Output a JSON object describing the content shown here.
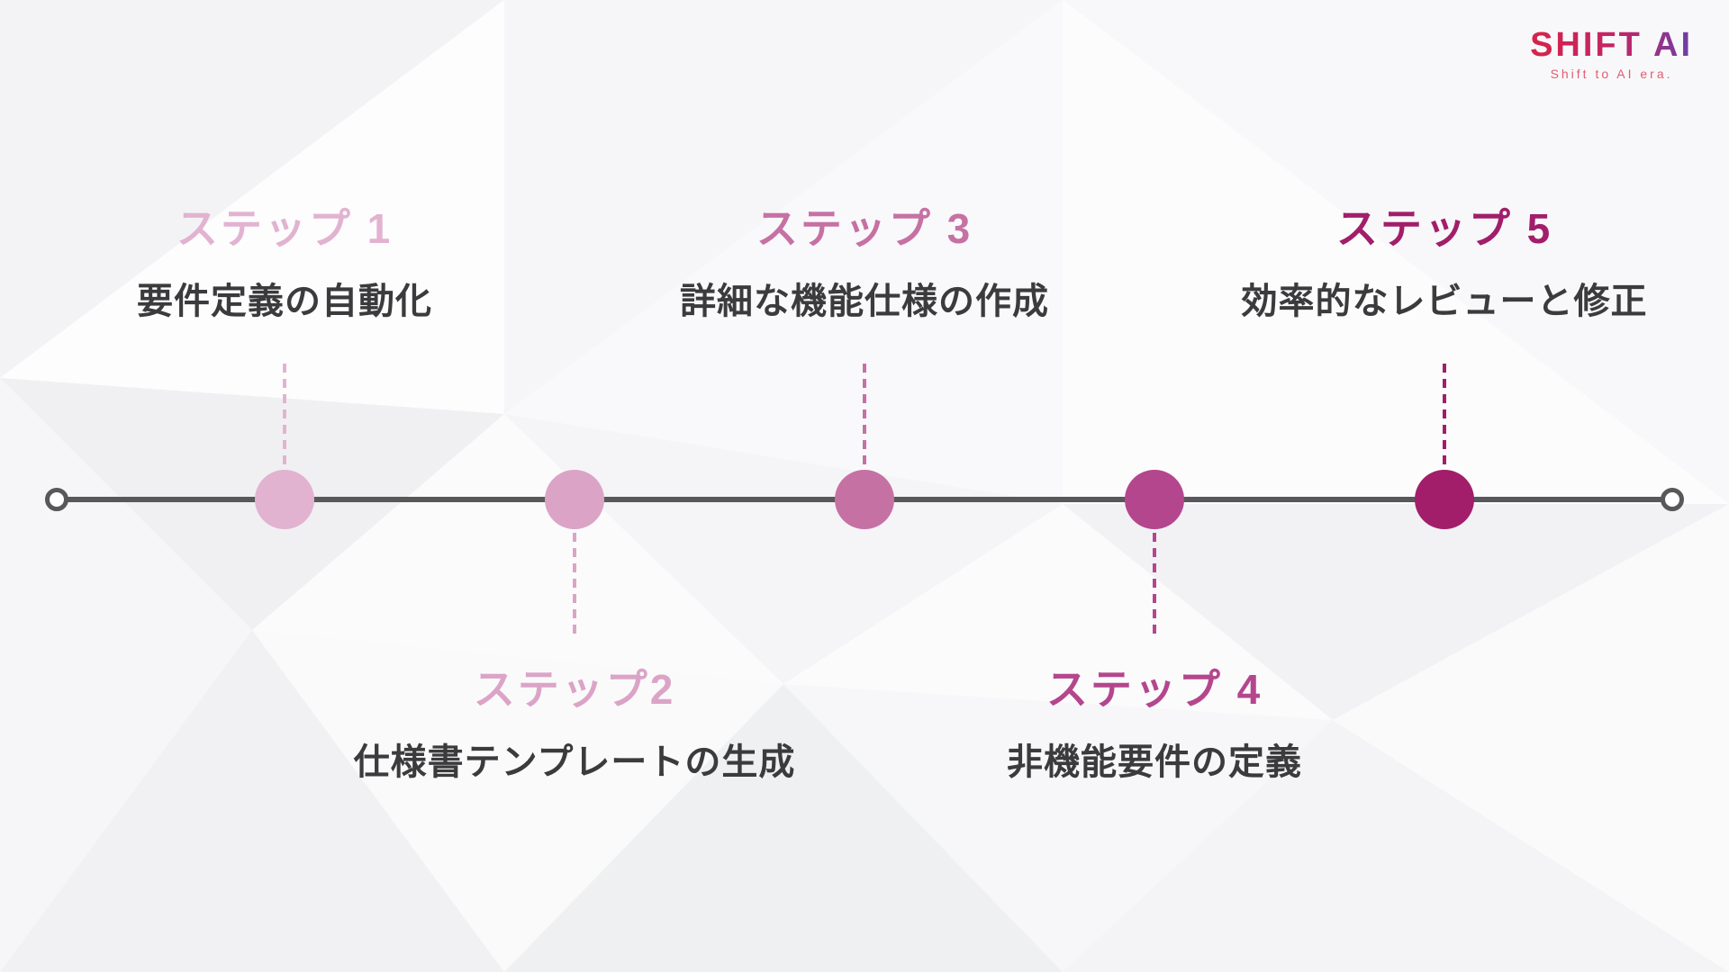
{
  "brand": {
    "name": "SHIFT AI",
    "tagline": "Shift to AI era.",
    "gradient_from": "#D6244A",
    "gradient_to": "#6C3FA8",
    "tagline_color": "#E25C70"
  },
  "timeline": {
    "line_color": "#58585A",
    "title_text_color": "#3B3B3D",
    "steps": [
      {
        "label": "ステップ 1",
        "title": "要件定義の自動化",
        "color": "#E2B3D1",
        "side": "above"
      },
      {
        "label": "ステップ2",
        "title": "仕様書テンプレートの生成",
        "color": "#DBA4C7",
        "side": "below"
      },
      {
        "label": "ステップ 3",
        "title": "詳細な機能仕様の作成",
        "color": "#C671A4",
        "side": "above"
      },
      {
        "label": "ステップ 4",
        "title": "非機能要件の定義",
        "color": "#B4468E",
        "side": "below"
      },
      {
        "label": "ステップ 5",
        "title": "効率的なレビューと修正",
        "color": "#A21E6A",
        "side": "above"
      }
    ]
  }
}
